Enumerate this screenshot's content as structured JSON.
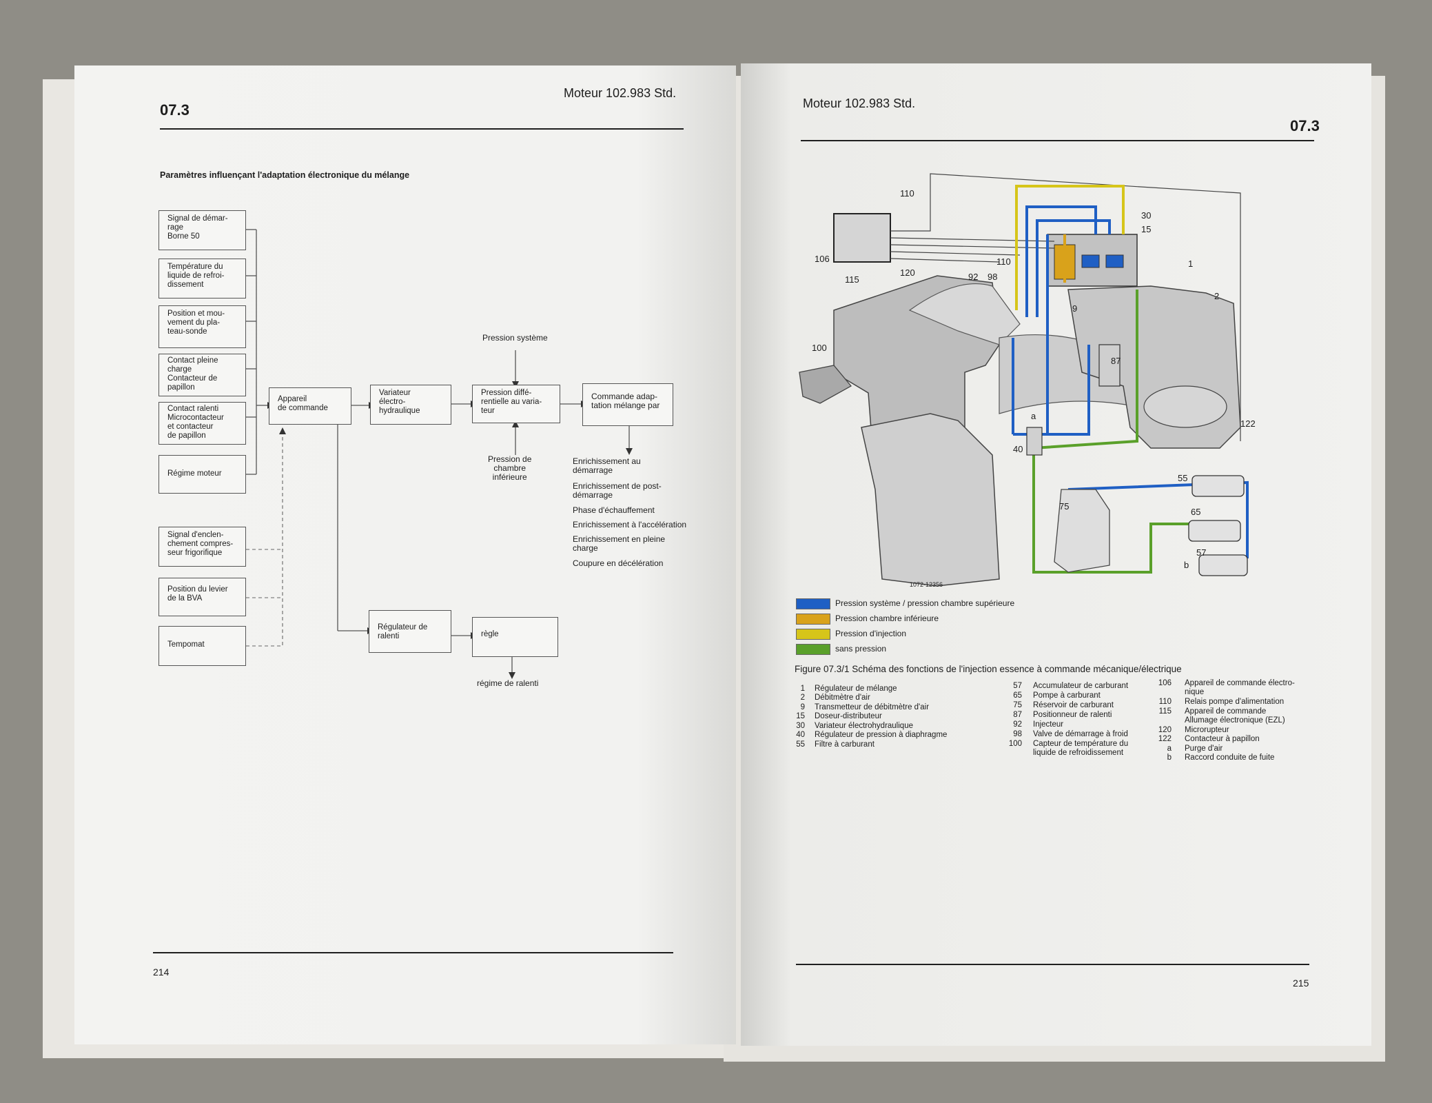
{
  "left_page": {
    "section": "07.3",
    "running_title": "Moteur 102.983 Std.",
    "heading": "Paramètres influençant l'adaptation électronique du mélange",
    "inputs": [
      "Signal de démar-\nrage\nBorne 50",
      "Température du\nliquide de refroi-\ndissement",
      "Position et mou-\nvement du pla-\nteau-sonde",
      "Contact pleine\ncharge\nContacteur de\npapillon",
      "Contact ralenti\nMicrocontacteur\net contacteur\nde papillon",
      "Régime moteur",
      "Signal d'enclen-\nchement compres-\nseur frigorifique",
      "Position du levier\nde la BVA",
      "Tempomat"
    ],
    "blocks": {
      "control_unit": "Appareil\nde commande",
      "actuator": "Variateur\nélectro-\nhydraulique",
      "diff_pressure": "Pression diffé-\nrentielle au varia-\nteur",
      "mixture": "Commande adap-\ntation mélange par",
      "idle_regulator": "Régulateur de\nralenti",
      "regulates": "règle"
    },
    "labels": {
      "system_pressure": "Pression système",
      "lower_chamber": "Pression de\nchambre\ninférieure",
      "idle_speed": "régime de ralenti"
    },
    "outputs": [
      "Enrichissement au\ndémarrage",
      "Enrichissement de post-\ndémarrage",
      "Phase d'échauffement",
      "Enrichissement à l'accélération",
      "Enrichissement en pleine\ncharge",
      "Coupure en décélération"
    ],
    "page_number": "214"
  },
  "right_page": {
    "running_title": "Moteur 102.983 Std.",
    "section": "07.3",
    "figure_code": "1072-12356",
    "callouts": [
      "110",
      "30",
      "15",
      "106",
      "120",
      "115",
      "92",
      "98",
      "110",
      "1",
      "2",
      "9",
      "100",
      "87",
      "122",
      "a",
      "40",
      "55",
      "75",
      "65",
      "b",
      "57"
    ],
    "legend": [
      {
        "color": "#1f5fc4",
        "label": "Pression système / pression chambre supérieure"
      },
      {
        "color": "#d9a21b",
        "label": "Pression chambre inférieure"
      },
      {
        "color": "#d6c51a",
        "label": "Pression d'injection"
      },
      {
        "color": "#5aa02a",
        "label": "sans pression"
      }
    ],
    "caption": "Figure 07.3/1  Schéma des fonctions de l'injection essence à commande mécanique/électrique",
    "key_col1": [
      {
        "n": "1",
        "t": "Régulateur de mélange"
      },
      {
        "n": "2",
        "t": "Débitmètre d'air"
      },
      {
        "n": "9",
        "t": "Transmetteur de débitmètre d'air"
      },
      {
        "n": "15",
        "t": "Doseur-distributeur"
      },
      {
        "n": "30",
        "t": "Variateur électrohydraulique"
      },
      {
        "n": "40",
        "t": "Régulateur de pression à diaphragme"
      },
      {
        "n": "55",
        "t": "Filtre à carburant"
      }
    ],
    "key_col2": [
      {
        "n": "57",
        "t": "Accumulateur de carburant"
      },
      {
        "n": "65",
        "t": "Pompe à carburant"
      },
      {
        "n": "75",
        "t": "Réservoir de carburant"
      },
      {
        "n": "87",
        "t": "Positionneur de ralenti"
      },
      {
        "n": "92",
        "t": "Injecteur"
      },
      {
        "n": "98",
        "t": "Valve de démarrage à froid"
      },
      {
        "n": "100",
        "t": "Capteur de température du\nliquide de refroidissement"
      }
    ],
    "key_col3": [
      {
        "n": "106",
        "t": "Appareil de commande électro-\nnique"
      },
      {
        "n": "110",
        "t": "Relais pompe d'alimentation"
      },
      {
        "n": "115",
        "t": "Appareil de commande\nAllumage électronique (EZL)"
      },
      {
        "n": "120",
        "t": "Microrupteur"
      },
      {
        "n": "122",
        "t": "Contacteur à papillon"
      },
      {
        "n": "a",
        "t": "Purge d'air"
      },
      {
        "n": "b",
        "t": "Raccord conduite de fuite"
      }
    ],
    "page_number": "215"
  }
}
